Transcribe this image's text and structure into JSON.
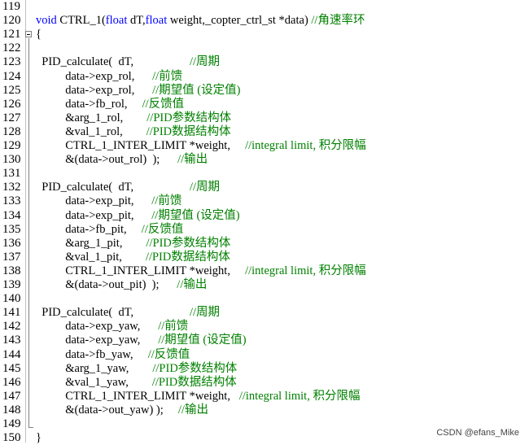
{
  "lines": [
    {
      "n": "119",
      "t": ""
    },
    {
      "n": "120",
      "t": "void CTRL_1(float dT,float weight,_copter_ctrl_st *data) //角速率环"
    },
    {
      "n": "121",
      "t": "{"
    },
    {
      "n": "122",
      "t": ""
    },
    {
      "n": "123",
      "t": "  PID_calculate(  dT,                   //周期"
    },
    {
      "n": "124",
      "t": "          data->exp_rol,      //前馈"
    },
    {
      "n": "125",
      "t": "          data->exp_rol,      //期望值 (设定值)"
    },
    {
      "n": "126",
      "t": "          data->fb_rol,     //反馈值"
    },
    {
      "n": "127",
      "t": "          &arg_1_rol,        //PID参数结构体"
    },
    {
      "n": "128",
      "t": "          &val_1_rol,        //PID数据结构体"
    },
    {
      "n": "129",
      "t": "          CTRL_1_INTER_LIMIT *weight,     //integral limit, 积分限幅"
    },
    {
      "n": "130",
      "t": "          &(data->out_rol)  );      //输出"
    },
    {
      "n": "131",
      "t": ""
    },
    {
      "n": "132",
      "t": "  PID_calculate(  dT,                   //周期"
    },
    {
      "n": "133",
      "t": "          data->exp_pit,      //前馈"
    },
    {
      "n": "134",
      "t": "          data->exp_pit,      //期望值 (设定值)"
    },
    {
      "n": "135",
      "t": "          data->fb_pit,     //反馈值"
    },
    {
      "n": "136",
      "t": "          &arg_1_pit,        //PID参数结构体"
    },
    {
      "n": "137",
      "t": "          &val_1_pit,        //PID数据结构体"
    },
    {
      "n": "138",
      "t": "          CTRL_1_INTER_LIMIT *weight,     //integral limit, 积分限幅"
    },
    {
      "n": "139",
      "t": "          &(data->out_pit)  );      //输出"
    },
    {
      "n": "140",
      "t": ""
    },
    {
      "n": "141",
      "t": "  PID_calculate(  dT,                   //周期"
    },
    {
      "n": "142",
      "t": "          data->exp_yaw,      //前馈"
    },
    {
      "n": "143",
      "t": "          data->exp_yaw,      //期望值 (设定值)"
    },
    {
      "n": "144",
      "t": "          data->fb_yaw,     //反馈值"
    },
    {
      "n": "145",
      "t": "          &arg_1_yaw,        //PID参数结构体"
    },
    {
      "n": "146",
      "t": "          &val_1_yaw,        //PID数据结构体"
    },
    {
      "n": "147",
      "t": "          CTRL_1_INTER_LIMIT *weight,   //integral limit, 积分限幅"
    },
    {
      "n": "148",
      "t": "          &(data->out_yaw) );     //输出"
    },
    {
      "n": "149",
      "t": ""
    },
    {
      "n": "150",
      "t": "}"
    }
  ],
  "watermark": "CSDN @efans_Mike",
  "colors": {
    "keyword": "#0000ff",
    "comment": "#008000",
    "text": "#000000"
  }
}
